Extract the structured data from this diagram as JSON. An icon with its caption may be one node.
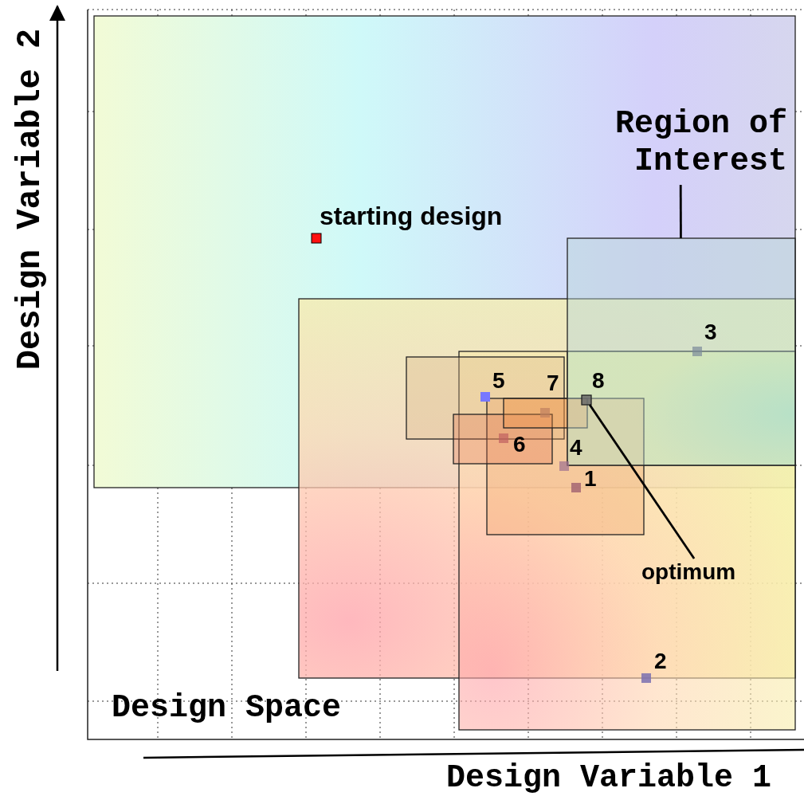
{
  "diagram": {
    "nodes": [
      {
        "text": [
          "Region of Interest"
        ]
      },
      {
        "text": [],
        "shape": "box"
      },
      {
        "text": [
          "optimum"
        ]
      },
      {
        "text": [],
        "shape": "box",
        "in": 1
      }
    ],
    "edges": [
      {
        "from": 0,
        "to": 1,
        "arrow": "none"
      },
      {
        "from": 2,
        "to": 3,
        "arrow": "none"
      }
    ],
    "labels": [
      "Design Variable 2",
      "starting design",
      "3",
      "5",
      "8",
      "7",
      "6",
      "4",
      "1",
      "2",
      "Design Space",
      "Design Variable 1"
    ]
  }
}
